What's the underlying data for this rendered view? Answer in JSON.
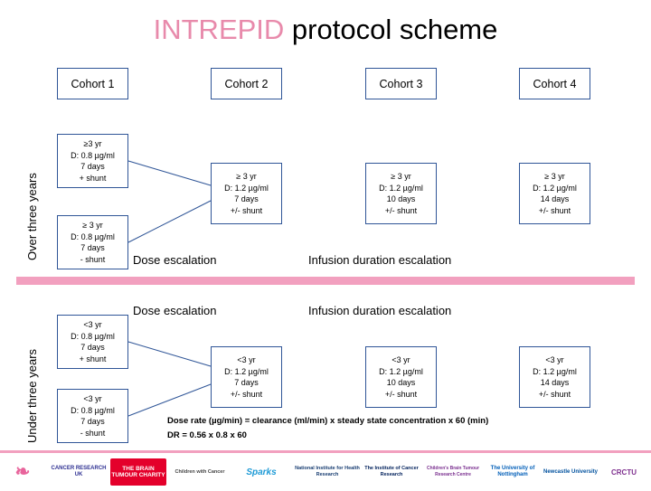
{
  "title": {
    "brand": "INTREPID",
    "rest": " protocol scheme"
  },
  "cohorts": [
    {
      "label": "Cohort 1"
    },
    {
      "label": "Cohort 2"
    },
    {
      "label": "Cohort 3"
    },
    {
      "label": "Cohort 4"
    }
  ],
  "side_labels": {
    "over": "Over three years",
    "under": "Under three years"
  },
  "captions": {
    "dose_escalation_over": "Dose escalation",
    "infusion_duration_over": "Infusion duration escalation",
    "dose_escalation_under": "Dose escalation",
    "infusion_duration_under": "Infusion duration escalation"
  },
  "dose_boxes": {
    "cohort1_over_shunt": {
      "age": "≥3 yr",
      "dose": "D: 0.8 µg/ml",
      "days": "7 days",
      "shunt": "+ shunt"
    },
    "cohort1_over_noshunt": {
      "age": "≥ 3 yr",
      "dose": "D: 0.8 µg/ml",
      "days": "7 days",
      "shunt": "- shunt"
    },
    "cohort1_under_shunt": {
      "age": "<3 yr",
      "dose": "D: 0.8 µg/ml",
      "days": "7 days",
      "shunt": "+ shunt"
    },
    "cohort1_under_noshunt": {
      "age": "<3 yr",
      "dose": "D: 0.8 µg/ml",
      "days": "7 days",
      "shunt": "- shunt"
    },
    "cohort2_over": {
      "age": "≥ 3 yr",
      "dose": "D: 1.2 µg/ml",
      "days": "7 days",
      "shunt": "+/- shunt"
    },
    "cohort3_over": {
      "age": "≥ 3 yr",
      "dose": "D: 1.2 µg/ml",
      "days": "10 days",
      "shunt": "+/- shunt"
    },
    "cohort4_over": {
      "age": "≥ 3 yr",
      "dose": "D: 1.2 µg/ml",
      "days": "14 days",
      "shunt": "+/- shunt"
    },
    "cohort2_under": {
      "age": "<3 yr",
      "dose": "D: 1.2 µg/ml",
      "days": "7 days",
      "shunt": "+/- shunt"
    },
    "cohort3_under": {
      "age": "<3 yr",
      "dose": "D: 1.2 µg/ml",
      "days": "10 days",
      "shunt": "+/- shunt"
    },
    "cohort4_under": {
      "age": "<3 yr",
      "dose": "D: 1.2 µg/ml",
      "days": "14 days",
      "shunt": "+/- shunt"
    }
  },
  "formula": {
    "line1": "Dose rate (µg/min) = clearance (ml/min) x steady state concentration x 60 (min)",
    "line2": "DR = 0.56 x 0.8 x 60"
  },
  "colors": {
    "brand_pink": "#e88aab",
    "divider_pink": "#f2a0bf",
    "box_border": "#2f5597"
  },
  "footer_logos": [
    {
      "name": "butterfly-mark",
      "text": "❧"
    },
    {
      "name": "cancer-research-uk",
      "text": "CANCER RESEARCH UK"
    },
    {
      "name": "the-brain-tumour-charity",
      "text": "THE BRAIN TUMOUR CHARITY"
    },
    {
      "name": "colour-charity",
      "text": "Children with Cancer"
    },
    {
      "name": "sparks",
      "text": "Sparks"
    },
    {
      "name": "nihr",
      "text": "National Institute for Health Research"
    },
    {
      "name": "institute-of-cancer-research",
      "text": "The Institute of Cancer Research"
    },
    {
      "name": "childrens-brain-tumour-research",
      "text": "Children's Brain Tumour Research Centre"
    },
    {
      "name": "university-of-nottingham",
      "text": "The University of Nottingham"
    },
    {
      "name": "newcastle-university",
      "text": "Newcastle University"
    },
    {
      "name": "crctu",
      "text": "CRCTU"
    }
  ]
}
